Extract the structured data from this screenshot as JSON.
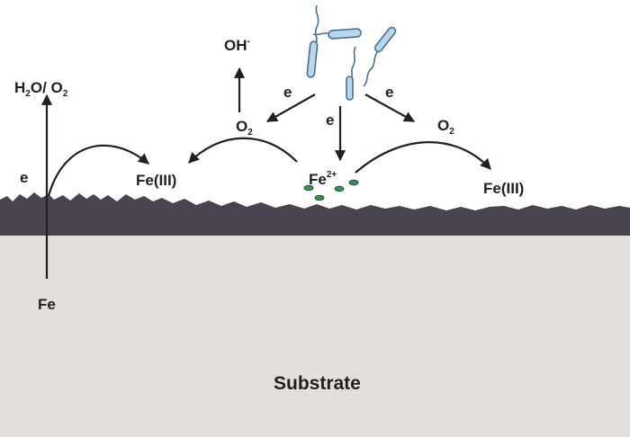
{
  "labels": {
    "substrate": "Substrate",
    "fe_source": "Fe",
    "h2o_o2_main": "H",
    "h2o_o2_sub1": "2",
    "h2o_o2_mid": "O/ O",
    "h2o_o2_sub2": "2",
    "electron": "e",
    "oh_main": "OH",
    "oh_sup": "-",
    "o2_main": "O",
    "o2_sub": "2",
    "fe2_main": "Fe",
    "fe2_sup": "2+",
    "fe3": "Fe(III)"
  },
  "colors": {
    "film": "#4a4350",
    "substrate": "#e2dfdd",
    "bacteria_fill": "#b9d6ea",
    "bacteria_edge": "#4b6f90",
    "ion_fill": "#3f8a5a",
    "ink": "#231f20"
  }
}
